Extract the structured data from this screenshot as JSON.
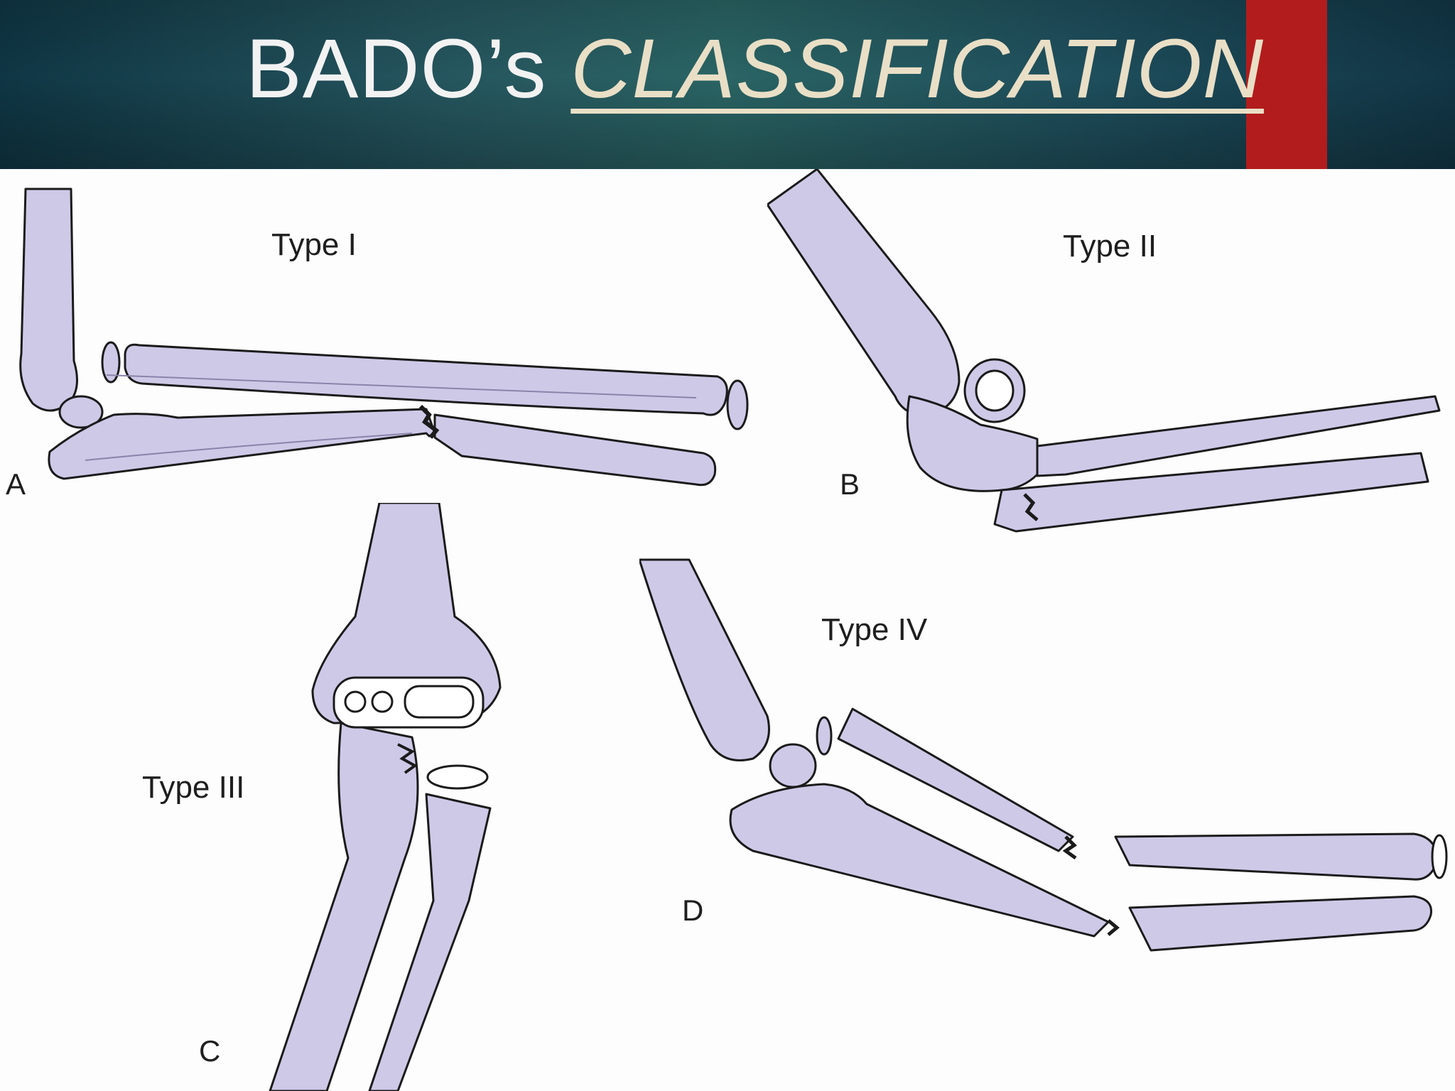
{
  "slide": {
    "title_prefix": "BADO’s",
    "title_accent": "CLASSIFICATION",
    "colors": {
      "header_bg": "#25555e",
      "accent_bar": "#b31c1c",
      "title_text": "#f2f2f2",
      "title_accent": "#e9dfc6",
      "bone_fill": "#cfc9e8"
    }
  },
  "panels": [
    {
      "letter": "A",
      "type_label": "Type I"
    },
    {
      "letter": "B",
      "type_label": "Type II"
    },
    {
      "letter": "C",
      "type_label": "Type III"
    },
    {
      "letter": "D",
      "type_label": "Type IV"
    }
  ]
}
